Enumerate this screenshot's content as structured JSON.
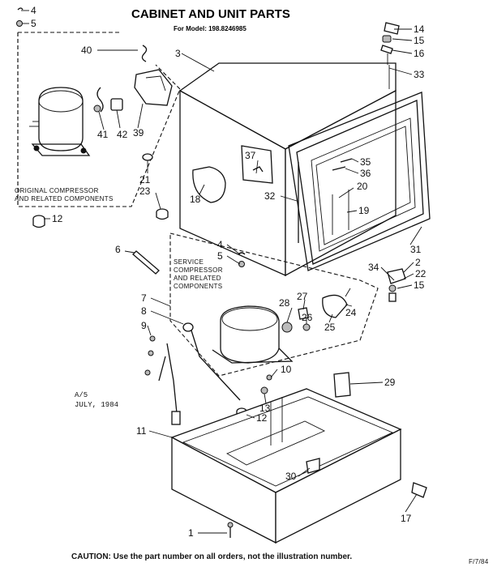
{
  "title": "CABINET AND UNIT PARTS",
  "model_line": "For Model: 198.8246985",
  "group_original": [
    "ORIGINAL COMPRESSOR",
    "AND RELATED COMPONENTS"
  ],
  "group_service": [
    "SERVICE",
    "COMPRESSOR",
    "AND RELATED",
    "COMPONENTS"
  ],
  "date_note": [
    "A/5",
    "JULY, 1984"
  ],
  "caution": "CAUTION: Use the part number on all orders, not the illustration number.",
  "corner_mark": "F/7/84",
  "callouts": {
    "c1": "1",
    "c2": "2",
    "c3": "3",
    "c4a": "4",
    "c4b": "4",
    "c5a": "5",
    "c5b": "5",
    "c6": "6",
    "c7": "7",
    "c8": "8",
    "c9": "9",
    "c10": "10",
    "c11": "11",
    "c12a": "12",
    "c12b": "12",
    "c13": "13",
    "c14": "14",
    "c15a": "15",
    "c15b": "15",
    "c16": "16",
    "c17": "17",
    "c18": "18",
    "c19": "19",
    "c20": "20",
    "c21": "21",
    "c22": "22",
    "c23": "23",
    "c24": "24",
    "c25": "25",
    "c26": "26",
    "c27": "27",
    "c28": "28",
    "c29": "29",
    "c30": "30",
    "c31": "31",
    "c32": "32",
    "c33": "33",
    "c34": "34",
    "c35": "35",
    "c36": "36",
    "c37": "37",
    "c39": "39",
    "c40": "40",
    "c41": "41",
    "c42": "42"
  }
}
